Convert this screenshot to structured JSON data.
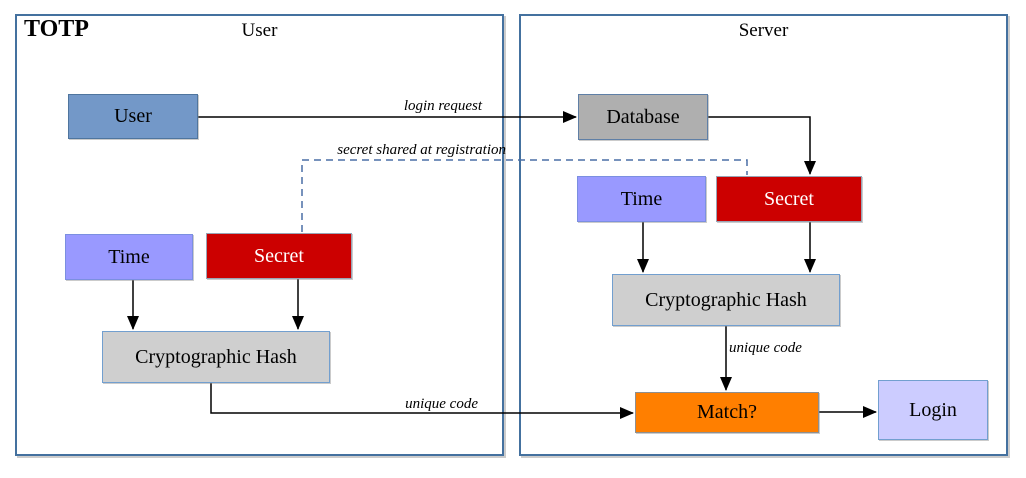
{
  "diagram": {
    "title": "TOTP",
    "lanes": {
      "user": "User",
      "server": "Server"
    },
    "nodes": {
      "user": "User",
      "database": "Database",
      "time_user": "Time",
      "secret_user": "Secret",
      "hash_user": "Cryptographic Hash",
      "time_server": "Time",
      "secret_server": "Secret",
      "hash_server": "Cryptographic Hash",
      "match": "Match?",
      "login": "Login"
    },
    "edge_labels": {
      "login_request": "login request",
      "secret_shared": "secret shared at registration",
      "unique_code_user": "unique code",
      "unique_code_server": "unique code"
    },
    "colors": {
      "panel_border": "#44719F",
      "user_fill": "#7398C8",
      "database_fill": "#AFAFAF",
      "time_fill": "#9999FF",
      "secret_fill": "#CC0000",
      "secret_text": "#FFFFFF",
      "hash_fill": "#CFCFCF",
      "match_fill": "#FF7F00",
      "login_fill": "#CCCCFF",
      "dashed_line": "#4A6FA5",
      "solid_line": "#000000"
    }
  }
}
